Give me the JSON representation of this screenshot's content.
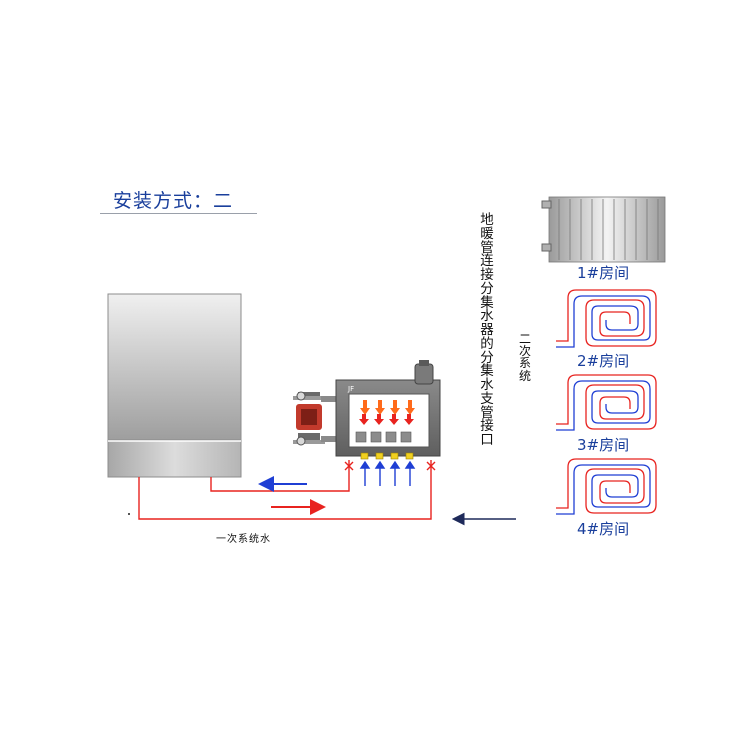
{
  "title": "安装方式：二",
  "manifold_note": "地暖管连接分集水器的分集水支管接口",
  "secondary_system": "二次系统",
  "primary_water": "一次系统水",
  "manifold_label": "JF",
  "rooms": [
    {
      "label": "1#房间",
      "kind": "radiator"
    },
    {
      "label": "2#房间",
      "kind": "floor-coil"
    },
    {
      "label": "3#房间",
      "kind": "floor-coil"
    },
    {
      "label": "4#房间",
      "kind": "floor-coil"
    }
  ],
  "colors": {
    "supply": "#e8231f",
    "return": "#1f3fd4",
    "title": "#1a3f9c"
  }
}
